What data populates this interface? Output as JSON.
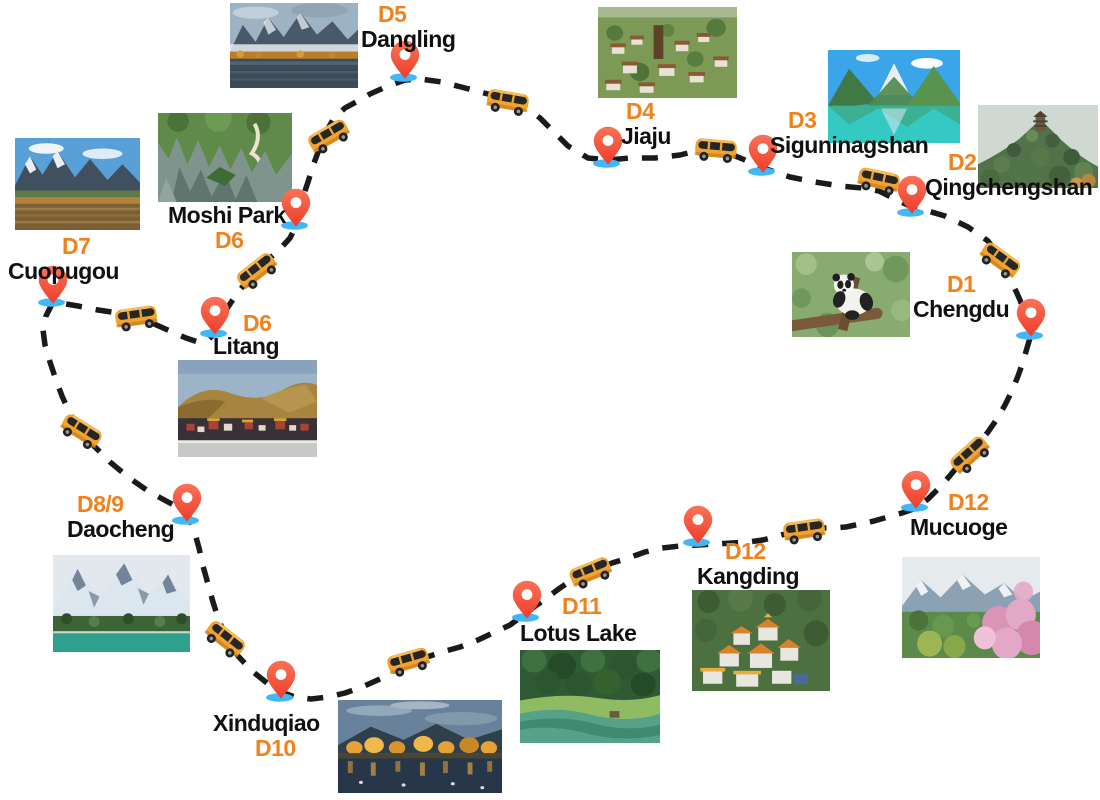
{
  "map": {
    "description": "Sichuan west loop driving tour route map",
    "route_style": "dashed",
    "colors": {
      "day_label": "#F0821E",
      "name_label": "#101010",
      "route_line": "#1A1A1A",
      "pin_body": "#F4503C",
      "pin_shadow": "#41B7F8",
      "van_body": "#F0A32F"
    }
  },
  "icons": {
    "pin": "map-pin",
    "vehicle": "yellow-van"
  },
  "locations": [
    {
      "day": "D1",
      "name": "Chengdu",
      "photo_alt": "giant panda sitting on a tree branch"
    },
    {
      "day": "D2",
      "name": "Qingchengshan",
      "photo_alt": "forested mountain with pavilion on summit"
    },
    {
      "day": "D3",
      "name": "Siguninagshan",
      "photo_alt": "turquoise alpine lake with green mountains"
    },
    {
      "day": "D4",
      "name": "Jiaju",
      "photo_alt": "Tibetan village houses on a hillside"
    },
    {
      "day": "D5",
      "name": "Dangling",
      "photo_alt": "misty alpine lake with autumn forest"
    },
    {
      "day": "D6",
      "name": "Moshi Park",
      "photo_alt": "grey karst stone forest valley"
    },
    {
      "day": "D6",
      "name": "Litang",
      "photo_alt": "monastery town under golden hills at dusk"
    },
    {
      "day": "D7",
      "name": "Cuopugou",
      "photo_alt": "autumn valley lake with snow peaks"
    },
    {
      "day": "D8/9",
      "name": "Daocheng",
      "photo_alt": "snow mountain above a green lake"
    },
    {
      "day": "D10",
      "name": "Xinduqiao",
      "photo_alt": "golden poplars reflected in a river at dusk"
    },
    {
      "day": "D11",
      "name": "Lotus Lake",
      "photo_alt": "green lake and meadow surrounded by forest"
    },
    {
      "day": "D12",
      "name": "Kangding",
      "photo_alt": "hillside monastery town with golden roofs"
    },
    {
      "day": "D12",
      "name": "Mucuoge",
      "photo_alt": "pink rhododendrons before snow mountains"
    }
  ]
}
